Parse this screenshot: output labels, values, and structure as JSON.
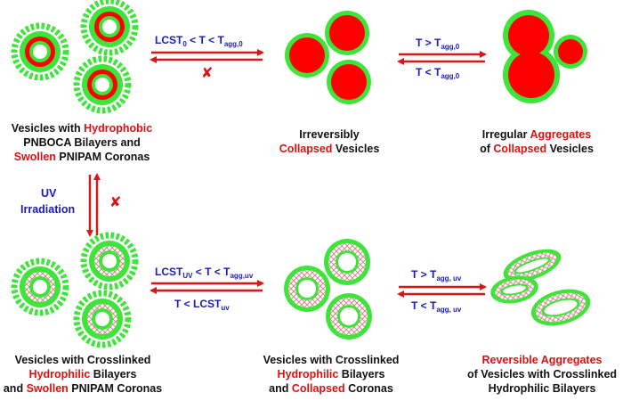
{
  "captions": {
    "v1": {
      "l1a": "Vesicles with ",
      "l1b": "Hydrophobic",
      "l2": "PNBOCA Bilayers and",
      "l3a": "Swollen",
      "l3b": " PNIPAM Coronas"
    },
    "v2": {
      "l1": "Irreversibly",
      "l2a": "Collapsed",
      "l2b": " Vesicles"
    },
    "v3": {
      "l1a": "Irregular ",
      "l1b": "Aggregates",
      "l2a": "of ",
      "l2b": "Collapsed",
      "l2c": " Vesicles"
    },
    "v4": {
      "l1": "Vesicles with Crosslinked",
      "l2a": "Hydrophilic",
      "l2b": " Bilayers",
      "l3a": "and ",
      "l3b": "Swollen",
      "l3c": " PNIPAM Coronas"
    },
    "v5": {
      "l1": "Vesicles with Crosslinked",
      "l2a": "Hydrophilic",
      "l2b": " Bilayers",
      "l3": "and Collapsed Coronas",
      "l3a": "and ",
      "l3b": "Collapsed",
      "l3c": " Coronas"
    },
    "v6": {
      "l1": "Reversible Aggregates",
      "l2": "of Vesicles with Crosslinked",
      "l3": "Hydrophilic Bilayers"
    }
  },
  "arrows": {
    "a1": {
      "t1": "LCST",
      "s1": "0",
      "t2": " < T < T",
      "s2": "agg,0"
    },
    "a2_top": {
      "t1": "T > T",
      "s1": "agg,0"
    },
    "a2_bot": {
      "t1": "T < T",
      "s1": "agg,0"
    },
    "uv": {
      "l1": "UV",
      "l2": "Irradiation"
    },
    "a4_top": {
      "t1": "LCST",
      "s1": "UV",
      "t2": " < T < T",
      "s2": "agg,uv"
    },
    "a4_bot": {
      "t1": "T  <  LCST",
      "s1": "uv"
    },
    "a5_top": {
      "t1": "T > T",
      "s1": "agg, uv"
    },
    "a5_bot": {
      "t1": "T < T",
      "s1": "agg, uv"
    },
    "blocked_mark": "✘"
  },
  "colors": {
    "green": "#3ee43a",
    "red": "#ff0000",
    "arrow": "#d81818",
    "cross": "#d28a8a"
  }
}
